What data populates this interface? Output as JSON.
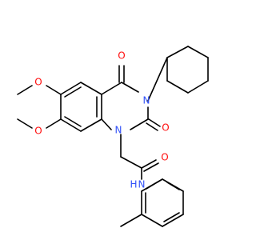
{
  "molecule": {
    "atoms": {
      "o_top": "O",
      "o_ring": "O",
      "o_amide": "O",
      "n3": "N",
      "n1": "N",
      "nh": "N",
      "nh_h": "H",
      "ome_upper_o": "O",
      "ome_lower_o": "O"
    }
  },
  "colors": {
    "carbon": "#000000",
    "oxygen": "#ff0d0d",
    "nitrogen": "#3050f8"
  }
}
